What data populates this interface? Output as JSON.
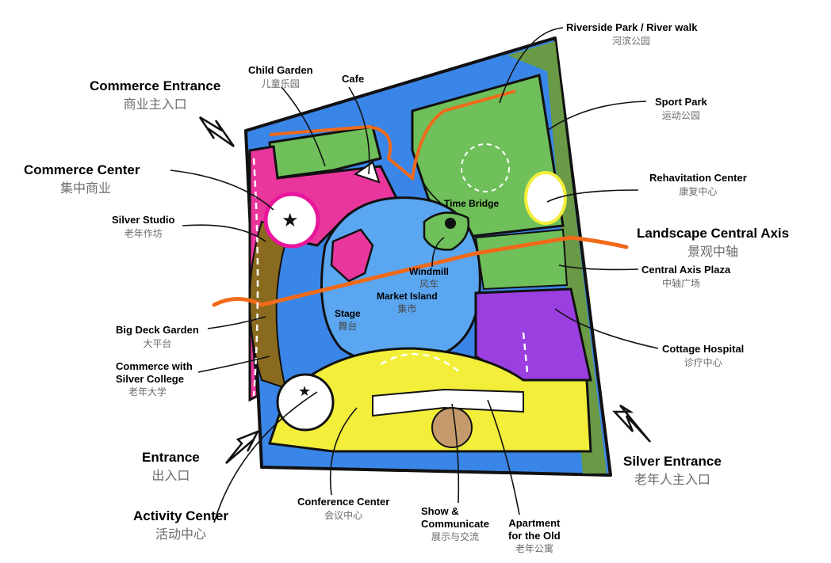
{
  "labels": {
    "riverside_park": {
      "en": "Riverside Park / River walk",
      "cn": "河滨公园"
    },
    "child_garden": {
      "en": "Child Garden",
      "cn": "儿童乐园"
    },
    "cafe": {
      "en": "Cafe"
    },
    "commerce_entrance": {
      "en": "Commerce Entrance",
      "cn": "商业主入口"
    },
    "sport_park": {
      "en": "Sport Park",
      "cn": "运动公园"
    },
    "commerce_center": {
      "en": "Commerce Center",
      "cn": "集中商业"
    },
    "rehavitation_center": {
      "en": "Rehavitation Center",
      "cn": "康复中心"
    },
    "time_bridge": {
      "en": "Time Bridge"
    },
    "silver_studio": {
      "en": "Silver Studio",
      "cn": "老年作坊"
    },
    "landscape_axis": {
      "en": "Landscape Central Axis",
      "cn": "景观中轴"
    },
    "central_axis_plaza": {
      "en": "Central Axis Plaza",
      "cn": "中轴广场"
    },
    "windmill": {
      "en": "Windmill",
      "cn": "风车"
    },
    "market_island": {
      "en": "Market Island",
      "cn": "集市"
    },
    "stage": {
      "en": "Stage",
      "cn": "舞台"
    },
    "big_deck_garden": {
      "en": "Big Deck Garden",
      "cn": "大平台"
    },
    "cottage_hospital": {
      "en": "Cottage Hospital",
      "cn": "诊疗中心"
    },
    "silver_college": {
      "en1": "Commerce with",
      "en2": "Silver College",
      "cn": "老年大学"
    },
    "entrance": {
      "en": "Entrance",
      "cn": "出入口"
    },
    "silver_entrance": {
      "en": "Silver Entrance",
      "cn": "老年人主入口"
    },
    "activity_center": {
      "en": "Activity Center",
      "cn": "活动中心"
    },
    "conference_center": {
      "en": "Conference Center",
      "cn": "会议中心"
    },
    "show_communicate": {
      "en1": "Show &",
      "en2": "Communicate",
      "cn": "展示与交流"
    },
    "apartment": {
      "en1": "Apartment",
      "en2": "for the Old",
      "cn": "老年公寓"
    }
  },
  "colors": {
    "water": "#3a86e8",
    "lake": "#5aa6f0",
    "green": "#6fbf5a",
    "park_green": "#6a9a45",
    "magenta": "#e8369c",
    "yellow": "#f2ee3a",
    "purple": "#9b3fe0",
    "olive": "#8a6a1e",
    "orange": "#f06a1a",
    "outline": "#111111"
  }
}
